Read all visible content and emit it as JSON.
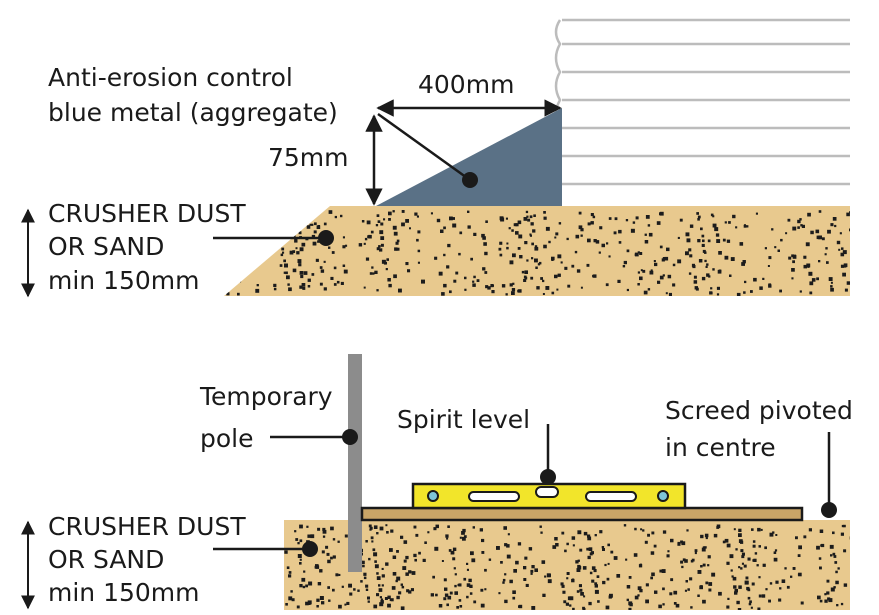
{
  "top_diagram": {
    "aggregate_label_line1": "Anti-erosion control",
    "aggregate_label_line2": "blue metal (aggregate)",
    "width_dimension": "400mm",
    "height_dimension": "75mm",
    "base_label_line1": "CRUSHER DUST",
    "base_label_line2": "OR SAND",
    "base_label_line3": "min 150mm"
  },
  "bottom_diagram": {
    "pole_label_line1": "Temporary",
    "pole_label_line2": "pole",
    "level_label": "Spirit level",
    "screed_label_line1": "Screed pivoted",
    "screed_label_line2": "in centre",
    "base_label_line1": "CRUSHER DUST",
    "base_label_line2": "OR SAND",
    "base_label_line3": "min 150mm"
  },
  "colors": {
    "sand": "#e8c98e",
    "sand_dots": "#1c1c1c",
    "aggregate": "#5a7186",
    "tank_stroke": "#bcbcbc",
    "level_body": "#f2e52a",
    "level_vial": "#7ec6d8",
    "screed": "#c9a567",
    "pole": "#8c8c8c",
    "ink": "#1a1a1a"
  }
}
